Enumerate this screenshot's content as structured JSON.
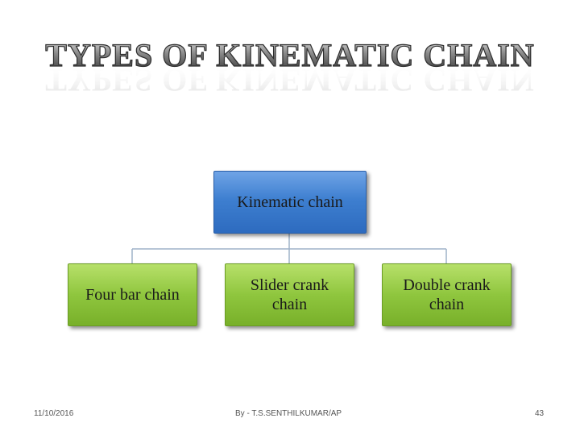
{
  "title": "TYPES OF KINEMATIC CHAIN",
  "diagram": {
    "root": {
      "label": "Kinematic chain"
    },
    "children": [
      {
        "label": "Four bar chain"
      },
      {
        "label_line1": "Slider crank",
        "label_line2": "chain"
      },
      {
        "label_line1": "Double crank",
        "label_line2": "chain"
      }
    ]
  },
  "footer": {
    "date": "11/10/2016",
    "author": "By - T.S.SENTHILKUMAR/AP",
    "page": "43"
  },
  "colors": {
    "root_fill": "#3e7fd0",
    "child_fill": "#8fc63e",
    "connector": "#9fb2c8",
    "title_dark": "#3a3a3a",
    "title_light": "#e8e8e8"
  }
}
